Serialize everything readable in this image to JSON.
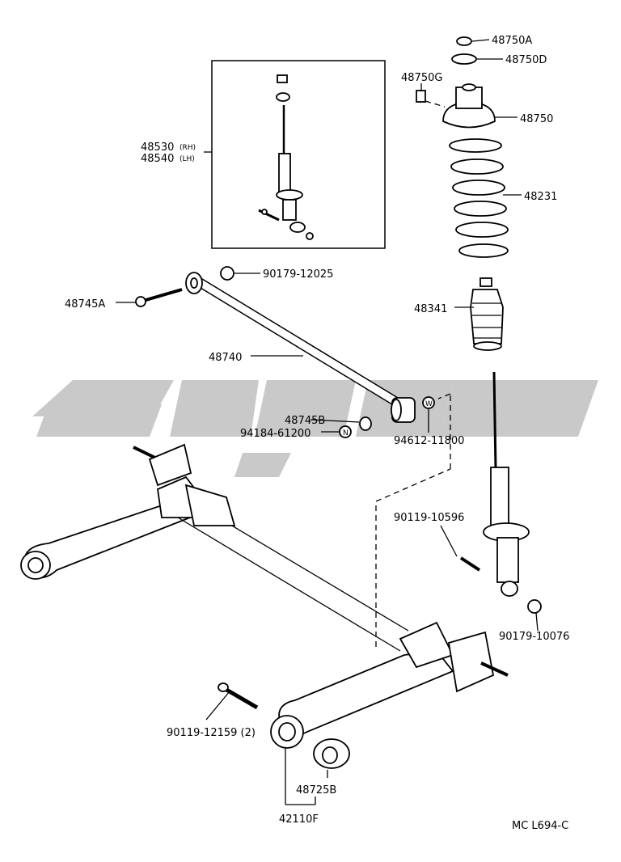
{
  "watermark": {
    "color": "#c8c8c8"
  },
  "labels": {
    "p48750A": "48750A",
    "p48750D": "48750D",
    "p48750G": "48750G",
    "p48750": "48750",
    "p48231": "48231",
    "p48341": "48341",
    "p48530": "48530",
    "p48530_side": "(RH)",
    "p48540": "48540",
    "p48540_side": "(LH)",
    "p90179_12025": "90179-12025",
    "p48745A": "48745A",
    "p48740": "48740",
    "p48745B": "48745B",
    "p94184_61200": "94184-61200",
    "p94612_11800": "94612-11800",
    "p90119_10596": "90119-10596",
    "p90179_10076": "90179-10076",
    "p90119_12159": "90119-12159 (2)",
    "p48725B": "48725B",
    "p42110F": "42110F",
    "mark_N": "N",
    "mark_W": "W"
  },
  "footer": {
    "code": "MC L694-C"
  }
}
